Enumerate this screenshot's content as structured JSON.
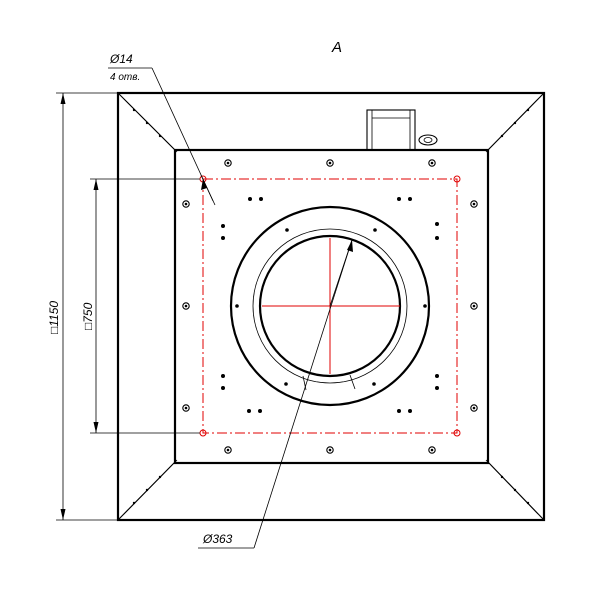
{
  "view": {
    "label": "A"
  },
  "callouts": {
    "hole_diameter": "Ø14",
    "hole_count": "4 отв.",
    "outer_size": "□1150",
    "bolt_pattern_size": "□750",
    "opening_diameter": "Ø363"
  },
  "colors": {
    "line": "#000000",
    "centerline": "#e00000"
  }
}
